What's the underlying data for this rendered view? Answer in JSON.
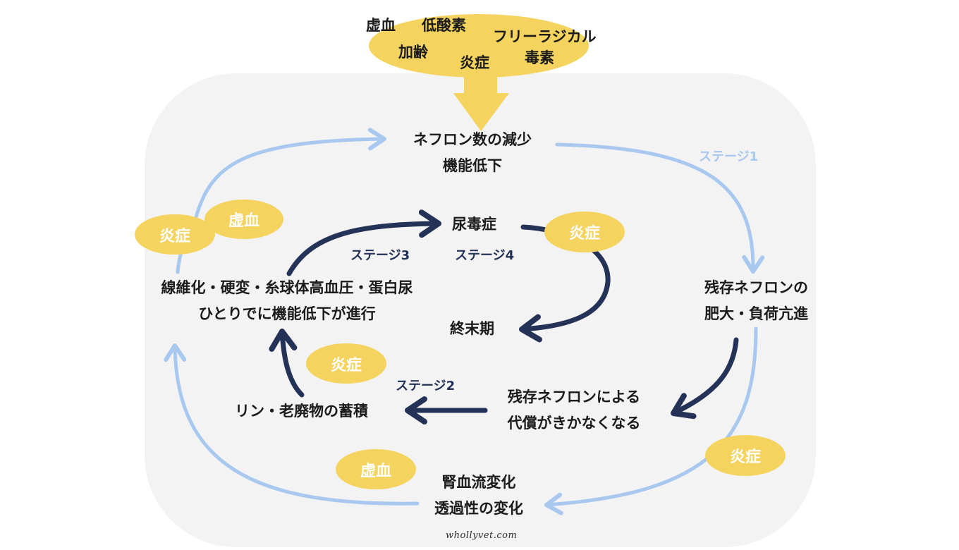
{
  "colors": {
    "accent_yellow": "#f4d35e",
    "outer_arrow": "#a9c8f0",
    "inner_arrow": "#243257",
    "panel_bg": "#f3f3f3"
  },
  "causes": {
    "items": [
      "虚血",
      "低酸素",
      "フリーラジカル",
      "加齢",
      "炎症",
      "毒素"
    ]
  },
  "nodes": {
    "nephron_decrease": {
      "line1": "ネフロン数の減少",
      "line2": "機能低下"
    },
    "hypertrophy": {
      "line1": "残存ネフロンの",
      "line2": "肥大・負荷亢進"
    },
    "renal_blood_flow": {
      "line1": "腎血流変化",
      "line2": "透過性の変化"
    },
    "fibrosis": {
      "line1": "線維化・硬変・糸球体高血圧・蛋白尿",
      "line2": "ひとりでに機能低下が進行"
    },
    "compensation_fail": {
      "line1": "残存ネフロンによる",
      "line2": "代償がきかなくなる"
    },
    "phosphorus": {
      "line1": "リン・老廃物の蓄積"
    },
    "uremia": {
      "line1": "尿毒症"
    },
    "end_stage": {
      "line1": "終末期"
    }
  },
  "stages": {
    "stage1": "ステージ1",
    "stage2": "ステージ2",
    "stage3": "ステージ3",
    "stage4": "ステージ4"
  },
  "badges": {
    "ischemia_upper_left": "虚血",
    "inflammation_upper_left": "炎症",
    "inflammation_upper_right": "炎症",
    "inflammation_middle": "炎症",
    "inflammation_lower_right": "炎症",
    "ischemia_lower_left": "虚血"
  },
  "watermark": "whollyvet.com"
}
